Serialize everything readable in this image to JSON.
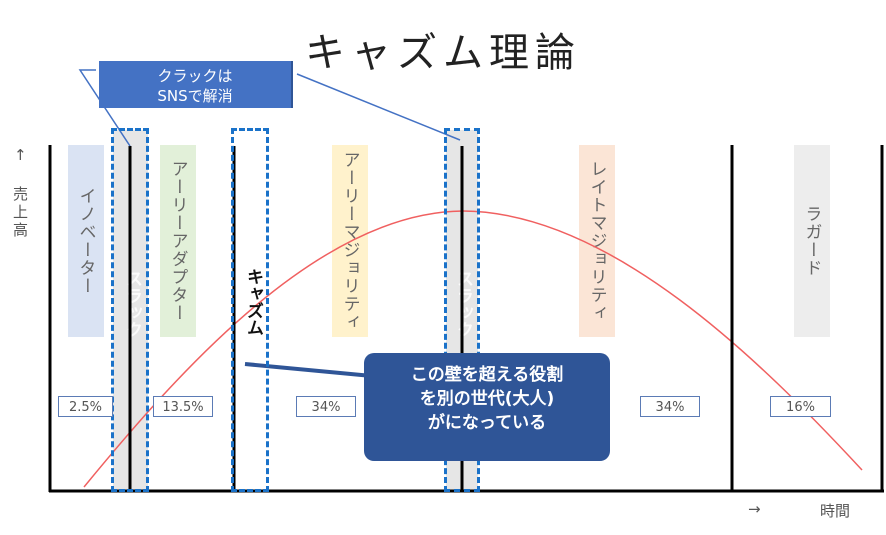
{
  "title": "キャズム理論",
  "axes": {
    "y_arrow": "↑",
    "y_label": "売上高",
    "x_arrow": "→",
    "x_label": "時間"
  },
  "segments": [
    {
      "name": "イノベーター",
      "share": "2.5%",
      "color": "#dae3f3"
    },
    {
      "name": "アーリーアダプター",
      "share": "13.5%",
      "color": "#e2f0d9"
    },
    {
      "name": "アーリーマジョリティ",
      "share": "34%",
      "color": "#fff2cc"
    },
    {
      "name": "レイトマジョリティ",
      "share": "34%",
      "color": "#fbe5d6"
    },
    {
      "name": "ラガード",
      "share": "16%",
      "color": "#ededed"
    }
  ],
  "gaps": {
    "crack_label": "スラック",
    "chasm_label": "キャズム"
  },
  "callouts": {
    "crack_note": [
      "クラックは",
      "SNSで解消"
    ],
    "chasm_note": [
      "この壁を超える役割",
      "を別の世代(大人)",
      "がになっている"
    ]
  },
  "colors": {
    "curve": "#f06060",
    "dash": "#1a72c9",
    "callout_light": "#4472c4",
    "callout_dark": "#2f5597"
  }
}
